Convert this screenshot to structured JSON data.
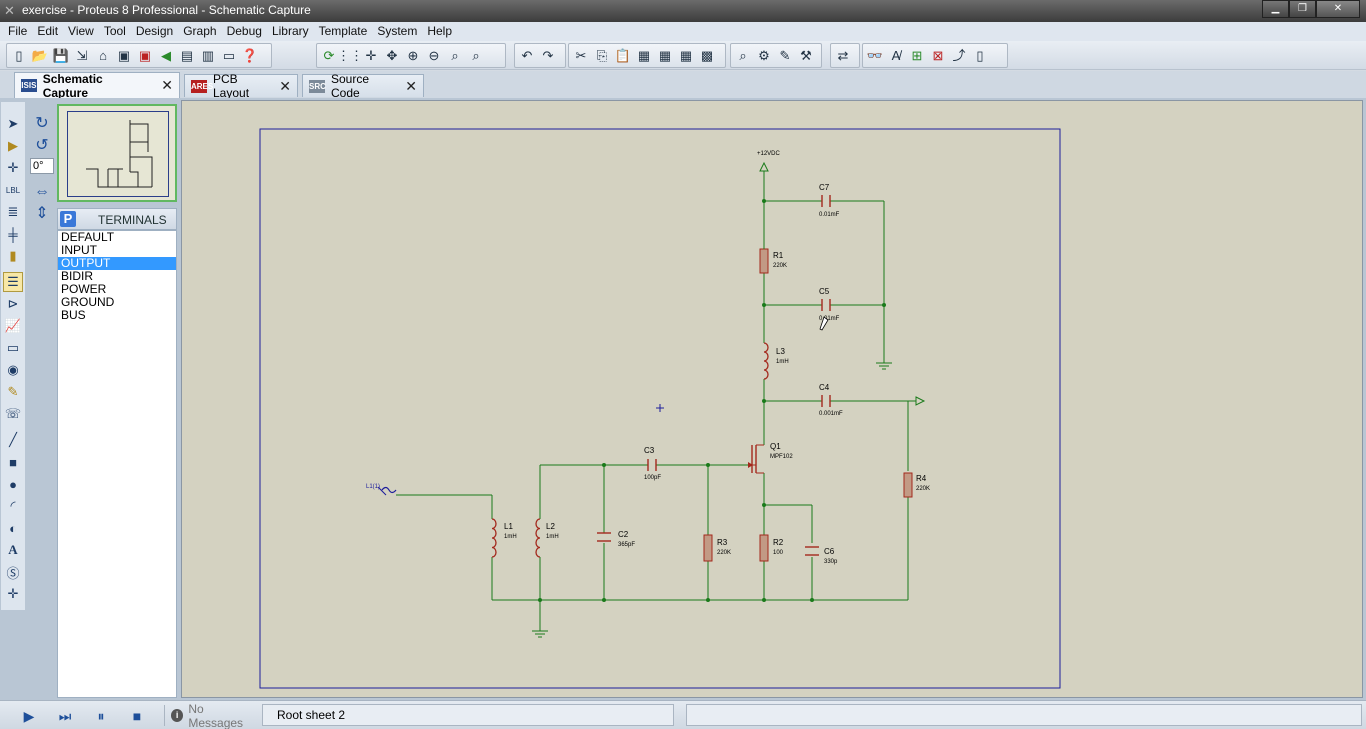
{
  "window": {
    "title": "exercise - Proteus 8 Professional - Schematic Capture"
  },
  "menu": [
    "File",
    "Edit",
    "View",
    "Tool",
    "Design",
    "Graph",
    "Debug",
    "Library",
    "Template",
    "System",
    "Help"
  ],
  "tabs": [
    {
      "label": "Schematic Capture",
      "icon": "ISIS"
    },
    {
      "label": "PCB Layout",
      "icon": "ARES"
    },
    {
      "label": "Source Code",
      "icon": "SRC"
    }
  ],
  "rotation": {
    "value": "0°"
  },
  "terminals": {
    "header": "TERMINALS",
    "items": [
      "DEFAULT",
      "INPUT",
      "OUTPUT",
      "BIDIR",
      "POWER",
      "GROUND",
      "BUS"
    ],
    "selected": "OUTPUT"
  },
  "schematic": {
    "supply": "+12VDC",
    "components": [
      {
        "ref": "C7",
        "value": "0.01mF"
      },
      {
        "ref": "R1",
        "value": "220K"
      },
      {
        "ref": "C5",
        "value": "0.01mF"
      },
      {
        "ref": "L3",
        "value": "1mH"
      },
      {
        "ref": "C4",
        "value": "0.001mF"
      },
      {
        "ref": "Q1",
        "value": "MPF102"
      },
      {
        "ref": "R4",
        "value": "220K"
      },
      {
        "ref": "C3",
        "value": "100pF"
      },
      {
        "ref": "L1",
        "value": "1mH"
      },
      {
        "ref": "L2",
        "value": "1mH"
      },
      {
        "ref": "C2",
        "value": "365pF"
      },
      {
        "ref": "R3",
        "value": "220K"
      },
      {
        "ref": "R2",
        "value": "100"
      },
      {
        "ref": "C6",
        "value": "330p"
      }
    ],
    "generator": "L1(1)"
  },
  "status": {
    "messages": "No Messages",
    "sheet": "Root sheet 2"
  },
  "colors": {
    "canvas": "#d4d2c1",
    "wire": "#1a7a1a",
    "component": "#a3281c",
    "sheet_border": "#1d1d9c"
  }
}
